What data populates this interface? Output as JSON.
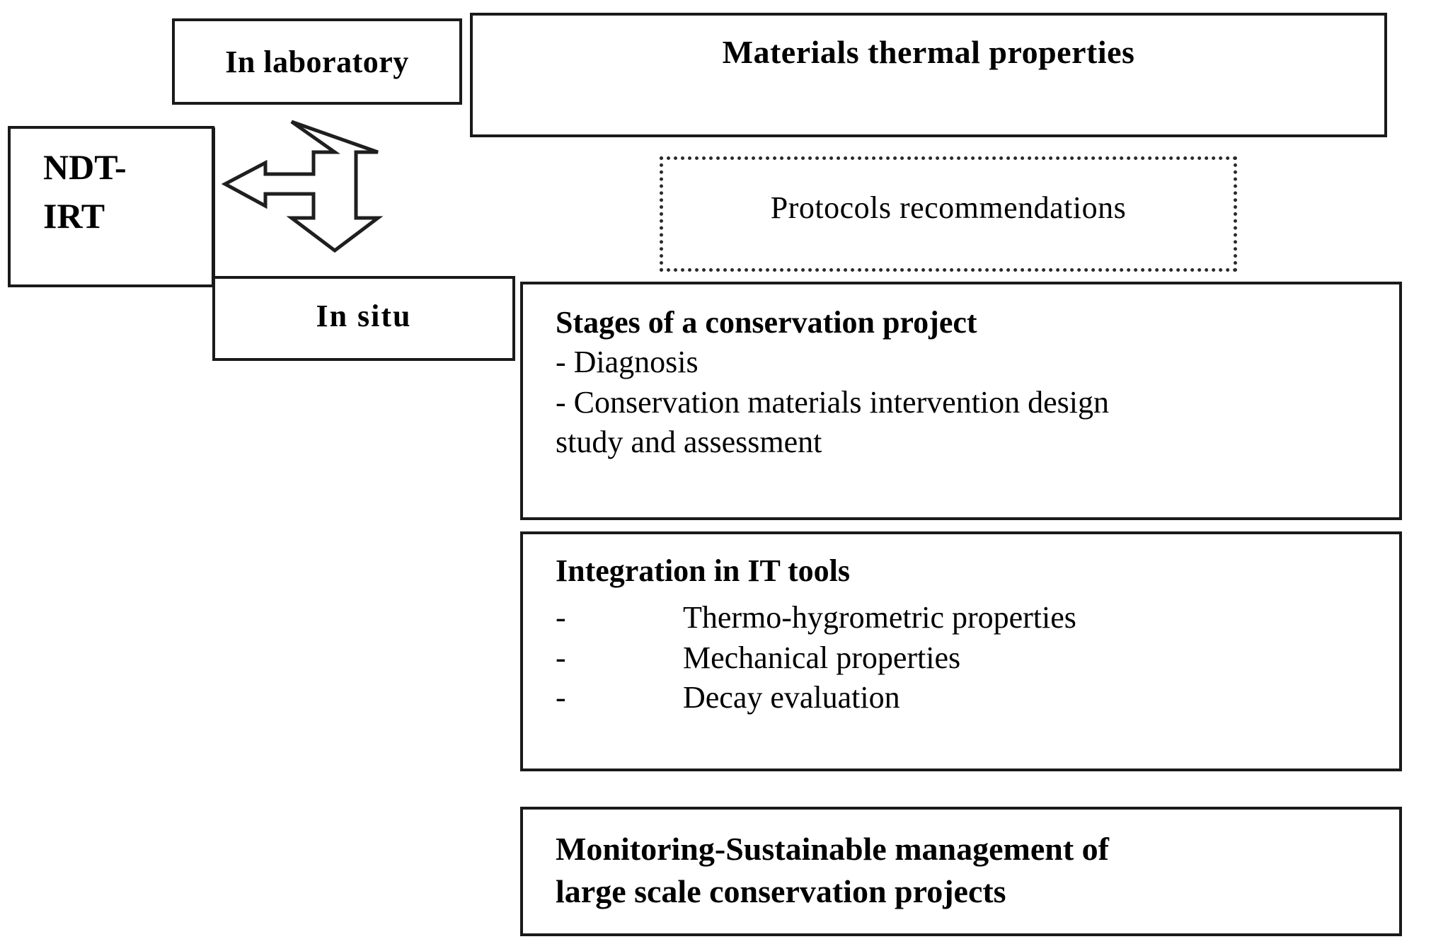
{
  "diagram": {
    "title": "NDT-IRT application workflow",
    "boxes": {
      "ndt_irt": {
        "line1": "NDT-",
        "line2": "IRT"
      },
      "in_laboratory": {
        "label": "In laboratory"
      },
      "in_situ": {
        "label": "In  situ"
      },
      "materials_thermal_properties": {
        "label": "Materials thermal properties"
      },
      "protocols_recommendations": {
        "label": "Protocols recommendations"
      },
      "stages_of_conservation_project": {
        "heading": "Stages of a conservation project",
        "lines": [
          "- Diagnosis",
          "- Conservation materials intervention design",
          "study and assessment"
        ]
      },
      "integration_in_it_tools": {
        "heading": "Integration in IT tools",
        "bullet_marker": "-",
        "bullets": [
          "Thermo-hygrometric properties",
          "Mechanical properties",
          "Decay evaluation"
        ]
      },
      "monitoring_sustainable_management": {
        "line1": "Monitoring-Sustainable management of",
        "line2": "large scale conservation projects"
      }
    },
    "connector": {
      "arrow_name": "three-way-arrow-left-up-down",
      "directions": [
        "left",
        "up",
        "down"
      ]
    },
    "colors": {
      "stroke": "#1a1a1a",
      "dotted_stroke": "#2b2b2b",
      "background": "#ffffff",
      "text": "#000000"
    }
  }
}
